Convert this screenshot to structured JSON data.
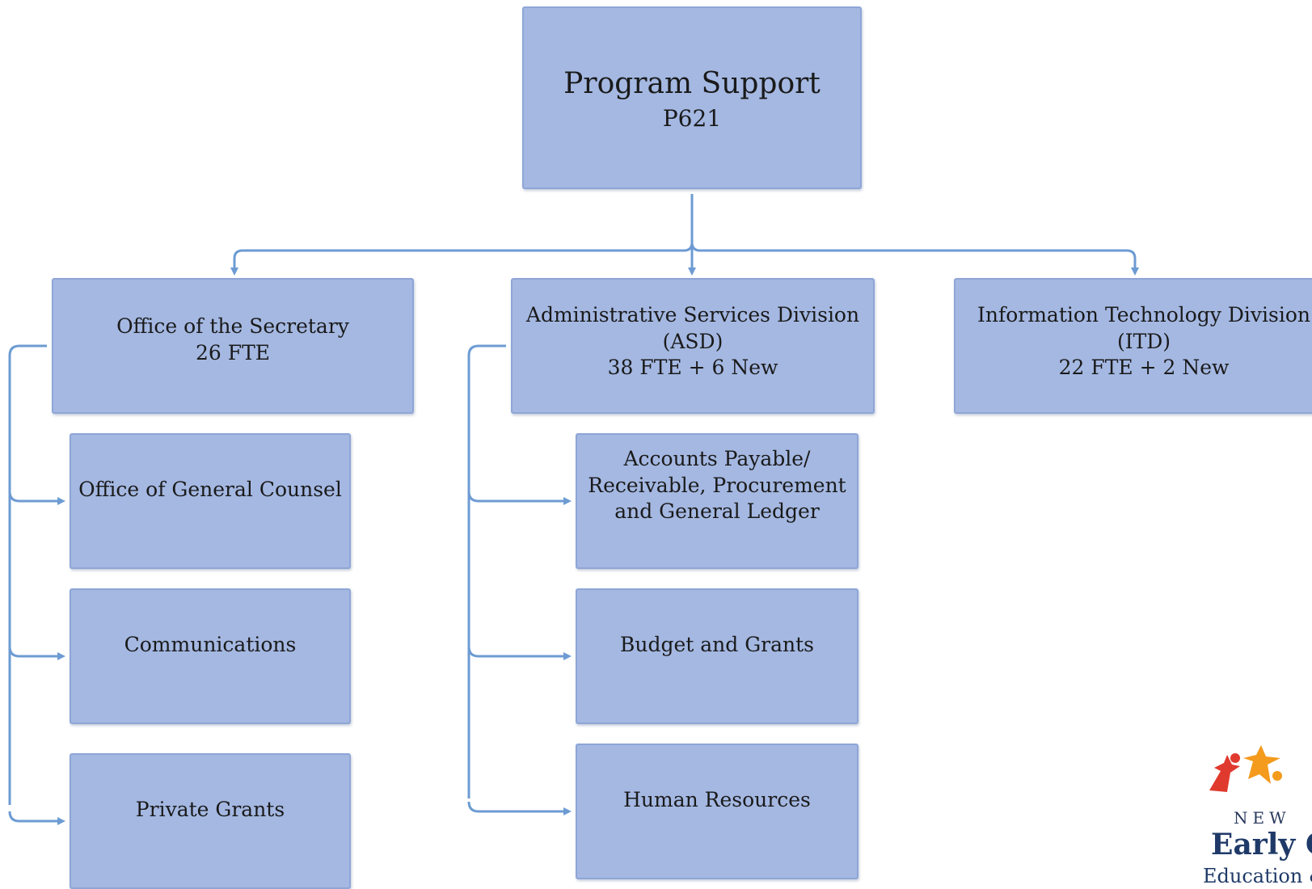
{
  "diagram": {
    "root": {
      "title": "Program Support",
      "code": "P621"
    },
    "divisions": [
      {
        "id": "ots",
        "lines": [
          "Office of the Secretary",
          "26 FTE"
        ]
      },
      {
        "id": "asd",
        "lines": [
          "Administrative Services Division",
          "(ASD)",
          "38 FTE + 6 New"
        ]
      },
      {
        "id": "itd",
        "lines": [
          "Information Technology Division",
          "(ITD)",
          "22 FTE + 2 New"
        ]
      }
    ],
    "ots_units": [
      {
        "lines": [
          "Office of General Counsel"
        ]
      },
      {
        "lines": [
          "Communications"
        ]
      },
      {
        "lines": [
          "Private Grants"
        ]
      }
    ],
    "asd_units": [
      {
        "lines": [
          "Accounts Payable/",
          "Receivable, Procurement",
          "and General Ledger"
        ]
      },
      {
        "lines": [
          "Budget and Grants"
        ]
      },
      {
        "lines": [
          "Human Resources"
        ]
      }
    ]
  },
  "logo": {
    "new": "NEW",
    "early": "Early C",
    "edu": "Education & C"
  },
  "colors": {
    "box_fill": "#a4b8e2",
    "box_border": "#8ea6d6",
    "connector": "#6d9bd3",
    "logo_red": "#e03a2e",
    "logo_orange": "#f49a1c"
  }
}
